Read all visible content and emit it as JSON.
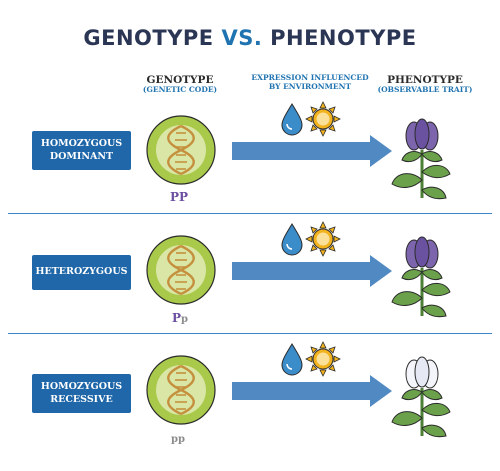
{
  "title": {
    "part1": "GENOTYPE",
    "part2": "VS.",
    "part3": "PHENOTYPE"
  },
  "headers": {
    "genotype": {
      "title": "GENOTYPE",
      "subtitle": "(GENETIC CODE)"
    },
    "expression": {
      "line1": "EXPRESSION INFLUENCED",
      "line2": "BY ENVIRONMENT"
    },
    "phenotype": {
      "title": "PHENOTYPE",
      "subtitle": "(OBSERVABLE TRAIT)"
    }
  },
  "rows": [
    {
      "label_line1": "HOMOZYGOUS",
      "label_line2": "DOMINANT",
      "genotype_first": "P",
      "genotype_second": "P",
      "flower_color": "purple"
    },
    {
      "label_line1": "HETEROZYGOUS",
      "label_line2": "",
      "genotype_first": "P",
      "genotype_second": "p",
      "flower_color": "purple"
    },
    {
      "label_line1": "HOMOZYGOUS",
      "label_line2": "RECESSIVE",
      "genotype_first": "p",
      "genotype_second": "p",
      "flower_color": "white"
    }
  ],
  "colors": {
    "label_bg": "#1f67a8",
    "arrow": "#5189c3",
    "cell_outer": "#a8c94a",
    "cell_inner": "#d9e6a6",
    "dna": "#c5903d",
    "purple_flower": "#7d65ad",
    "white_flower": "#f4f5fb",
    "leaf": "#6aa14a",
    "water": "#3a8dc9",
    "sun": "#f2b21d",
    "dominant_letter": "#6c4fa0",
    "recessive_letter": "#8b8b8b"
  },
  "icons": [
    "cell-dna-icon",
    "water-drop-icon",
    "sun-icon",
    "arrow-icon",
    "flower-plant-icon"
  ]
}
